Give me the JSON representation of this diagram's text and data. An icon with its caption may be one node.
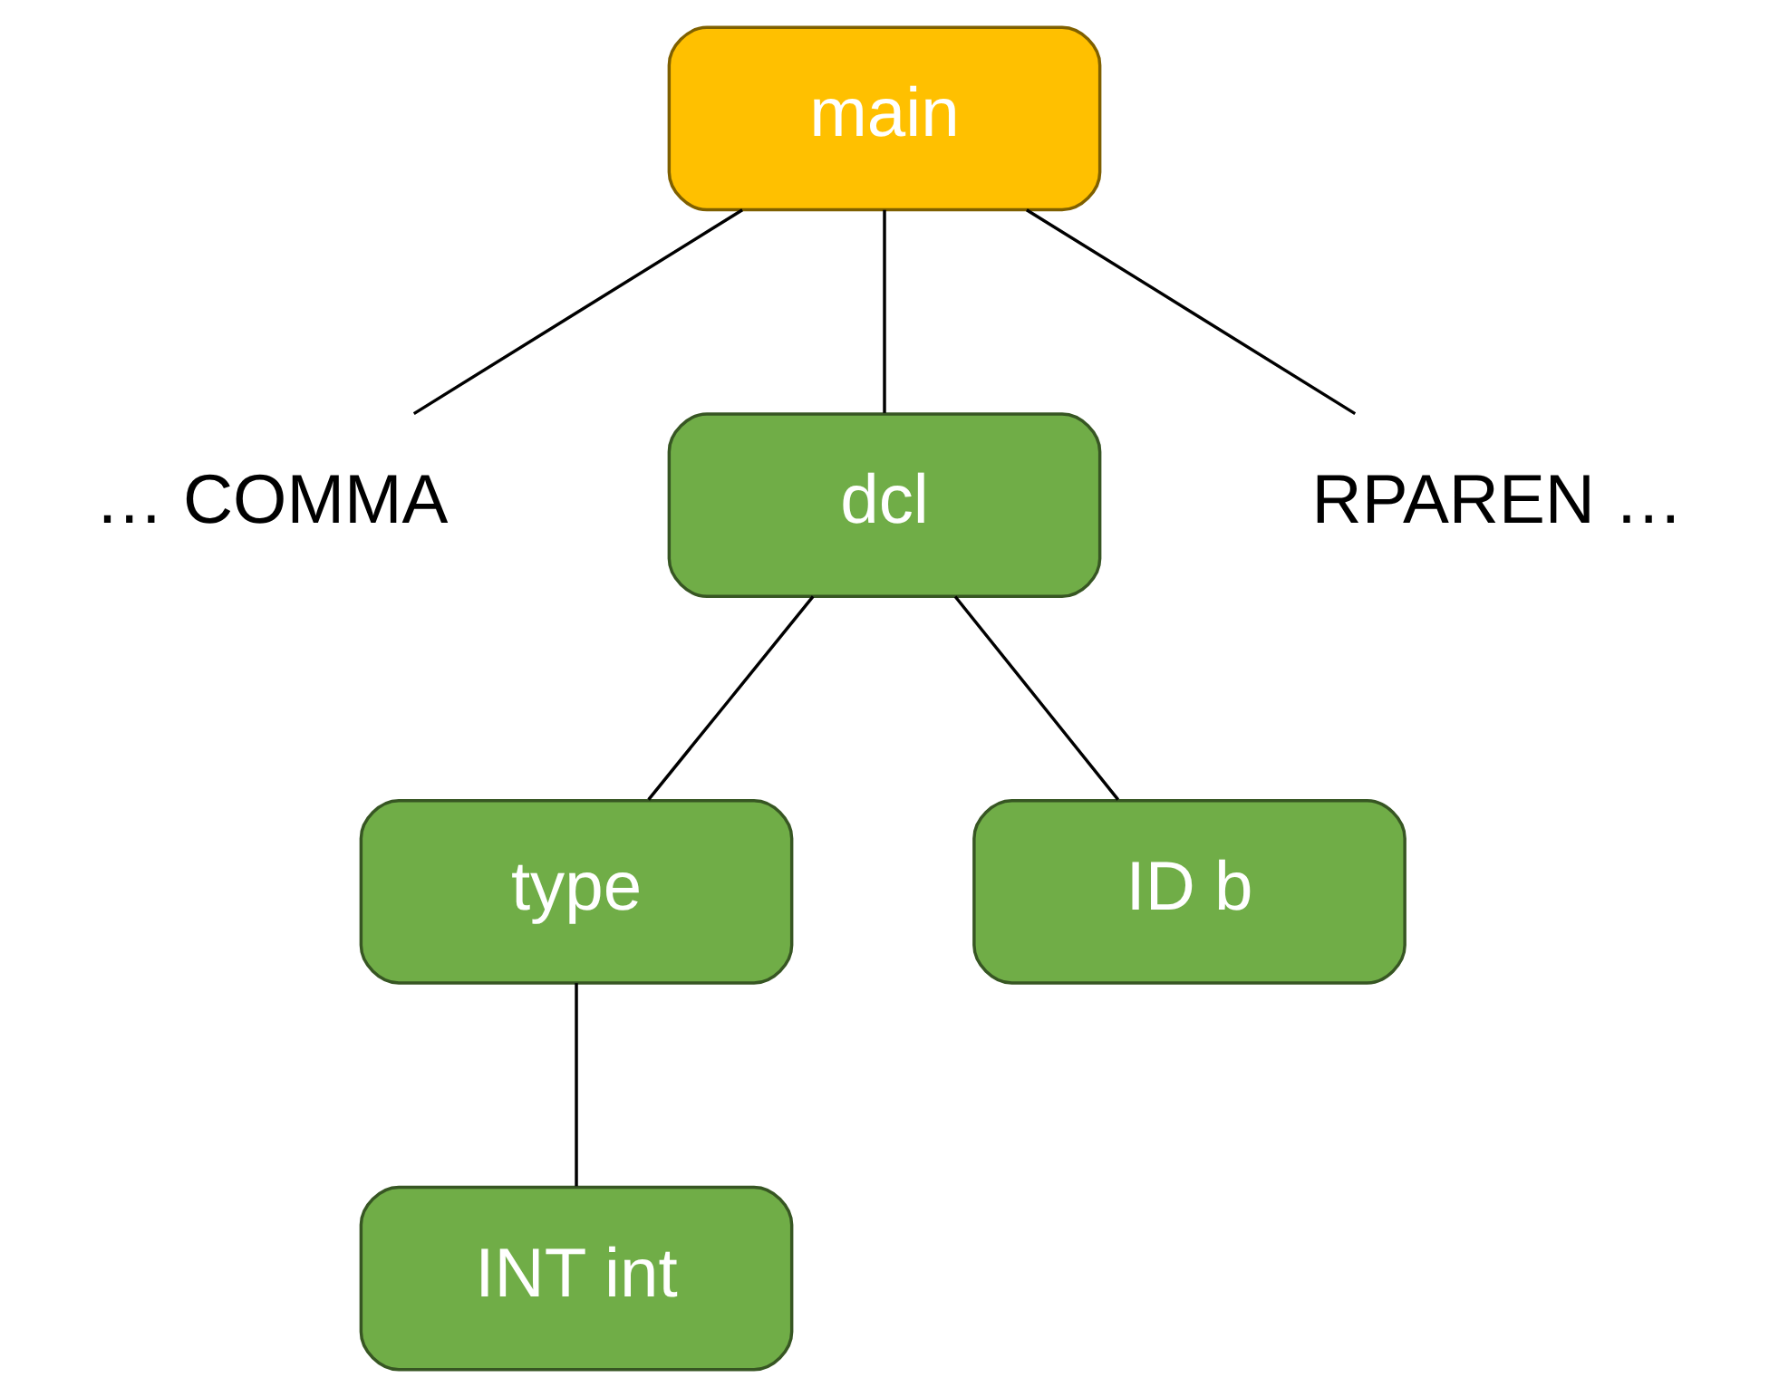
{
  "diagram": {
    "nodes": [
      {
        "text": [
          "main"
        ]
      },
      {
        "text": [
          "… COMMA"
        ]
      },
      {
        "text": [
          "dcl"
        ]
      },
      {
        "text": [
          "RPAREN …"
        ]
      },
      {
        "text": [
          "type"
        ]
      },
      {
        "text": [
          "ID b"
        ]
      },
      {
        "text": [
          "INT int"
        ]
      }
    ],
    "edges": [
      {
        "from": 0,
        "to": 1,
        "arrow": "none"
      },
      {
        "from": 0,
        "to": 2,
        "arrow": "none"
      },
      {
        "from": 0,
        "to": 3,
        "arrow": "none"
      },
      {
        "from": 2,
        "to": 4,
        "arrow": "none"
      },
      {
        "from": 2,
        "to": 5,
        "arrow": "none"
      },
      {
        "from": 4,
        "to": 6,
        "arrow": "none"
      }
    ]
  }
}
